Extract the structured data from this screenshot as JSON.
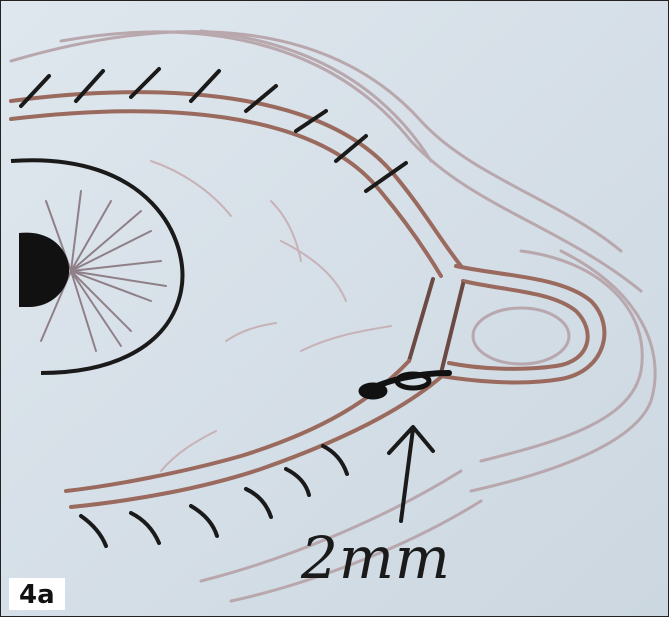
{
  "figure": {
    "panel_label": "4a",
    "measurement_label": "2mm"
  },
  "colors": {
    "paper": "#d6e0e8",
    "pencil": "#1a1a1a",
    "lid_margin": "#9a6a5e",
    "shading": "#b8a7ad",
    "label_bg": "#ffffff"
  },
  "icons": {
    "arrow": "up-arrow",
    "suture": "suture-knot"
  }
}
